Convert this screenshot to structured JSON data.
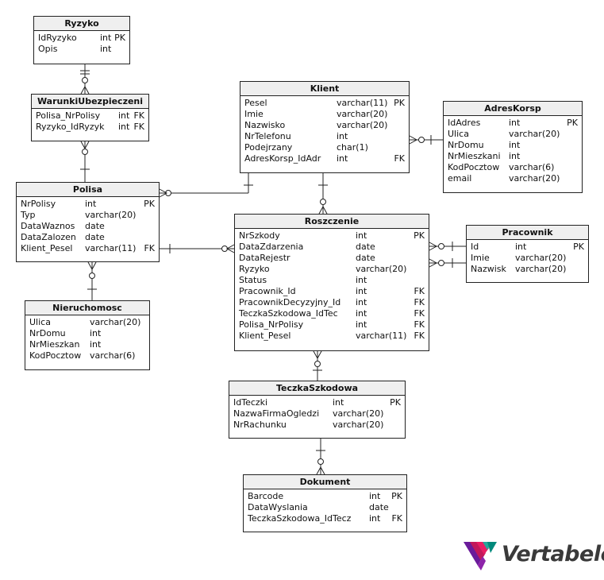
{
  "entities": {
    "ryzyko": {
      "title": "Ryzyko",
      "rows": [
        {
          "name": "IdRyzyko",
          "type": "int",
          "key": "PK"
        },
        {
          "name": "Opis",
          "type": "int",
          "key": ""
        }
      ]
    },
    "warunki": {
      "title": "WarunkiUbezpieczeni",
      "rows": [
        {
          "name": "Polisa_NrPolisy",
          "type": "int",
          "key": "FK"
        },
        {
          "name": "Ryzyko_IdRyzyk",
          "type": "int",
          "key": "FK"
        }
      ]
    },
    "klient": {
      "title": "Klient",
      "rows": [
        {
          "name": "Pesel",
          "type": "varchar(11)",
          "key": "PK"
        },
        {
          "name": "Imie",
          "type": "varchar(20)",
          "key": ""
        },
        {
          "name": "Nazwisko",
          "type": "varchar(20)",
          "key": ""
        },
        {
          "name": "NrTelefonu",
          "type": "int",
          "key": ""
        },
        {
          "name": "Podejrzany",
          "type": "char(1)",
          "key": ""
        },
        {
          "name": "AdresKorsp_IdAdr",
          "type": "int",
          "key": "FK"
        }
      ]
    },
    "adreskorsp": {
      "title": "AdresKorsp",
      "rows": [
        {
          "name": "IdAdres",
          "type": "int",
          "key": "PK"
        },
        {
          "name": "Ulica",
          "type": "varchar(20)",
          "key": ""
        },
        {
          "name": "NrDomu",
          "type": "int",
          "key": ""
        },
        {
          "name": "NrMieszkani",
          "type": "int",
          "key": ""
        },
        {
          "name": "KodPocztow",
          "type": "varchar(6)",
          "key": ""
        },
        {
          "name": "email",
          "type": "varchar(20)",
          "key": ""
        }
      ]
    },
    "polisa": {
      "title": "Polisa",
      "rows": [
        {
          "name": "NrPolisy",
          "type": "int",
          "key": "PK"
        },
        {
          "name": "Typ",
          "type": "varchar(20)",
          "key": ""
        },
        {
          "name": "DataWaznos",
          "type": "date",
          "key": ""
        },
        {
          "name": "DataZalozen",
          "type": "date",
          "key": ""
        },
        {
          "name": "Klient_Pesel",
          "type": "varchar(11)",
          "key": "FK"
        }
      ]
    },
    "roszczenie": {
      "title": "Roszczenie",
      "rows": [
        {
          "name": "NrSzkody",
          "type": "int",
          "key": "PK"
        },
        {
          "name": "DataZdarzenia",
          "type": "date",
          "key": ""
        },
        {
          "name": "DataRejestr",
          "type": "date",
          "key": ""
        },
        {
          "name": "Ryzyko",
          "type": "varchar(20)",
          "key": ""
        },
        {
          "name": "Status",
          "type": "int",
          "key": ""
        },
        {
          "name": "Pracownik_Id",
          "type": "int",
          "key": "FK"
        },
        {
          "name": "PracownikDecyzyjny_Id",
          "type": "int",
          "key": "FK"
        },
        {
          "name": "TeczkaSzkodowa_IdTec",
          "type": "int",
          "key": "FK"
        },
        {
          "name": "Polisa_NrPolisy",
          "type": "int",
          "key": "FK"
        },
        {
          "name": "Klient_Pesel",
          "type": "varchar(11)",
          "key": "FK"
        }
      ]
    },
    "pracownik": {
      "title": "Pracownik",
      "rows": [
        {
          "name": "Id",
          "type": "int",
          "key": "PK"
        },
        {
          "name": "Imie",
          "type": "varchar(20)",
          "key": ""
        },
        {
          "name": "Nazwisk",
          "type": "varchar(20)",
          "key": ""
        }
      ]
    },
    "nieruchomosc": {
      "title": "Nieruchomosc",
      "rows": [
        {
          "name": "Ulica",
          "type": "varchar(20)",
          "key": ""
        },
        {
          "name": "NrDomu",
          "type": "int",
          "key": ""
        },
        {
          "name": "NrMieszkan",
          "type": "int",
          "key": ""
        },
        {
          "name": "KodPocztow",
          "type": "varchar(6)",
          "key": ""
        }
      ]
    },
    "teczka": {
      "title": "TeczkaSzkodowa",
      "rows": [
        {
          "name": "IdTeczki",
          "type": "int",
          "key": "PK"
        },
        {
          "name": "NazwaFirmaOgledzi",
          "type": "varchar(20)",
          "key": ""
        },
        {
          "name": "NrRachunku",
          "type": "varchar(20)",
          "key": ""
        }
      ]
    },
    "dokument": {
      "title": "Dokument",
      "rows": [
        {
          "name": "Barcode",
          "type": "int",
          "key": "PK"
        },
        {
          "name": "DataWyslania",
          "type": "date",
          "key": ""
        },
        {
          "name": "TeczkaSzkodowa_IdTecz",
          "type": "int",
          "key": "FK"
        }
      ]
    }
  },
  "logo": {
    "text": "Vertabelo"
  },
  "colors": {
    "line": "#222222",
    "header_bg": "#efefef",
    "logo_magenta": "#c2185b",
    "logo_purple": "#6a1b9a",
    "logo_teal": "#26a69a",
    "logo_text": "#3a3a3a"
  }
}
